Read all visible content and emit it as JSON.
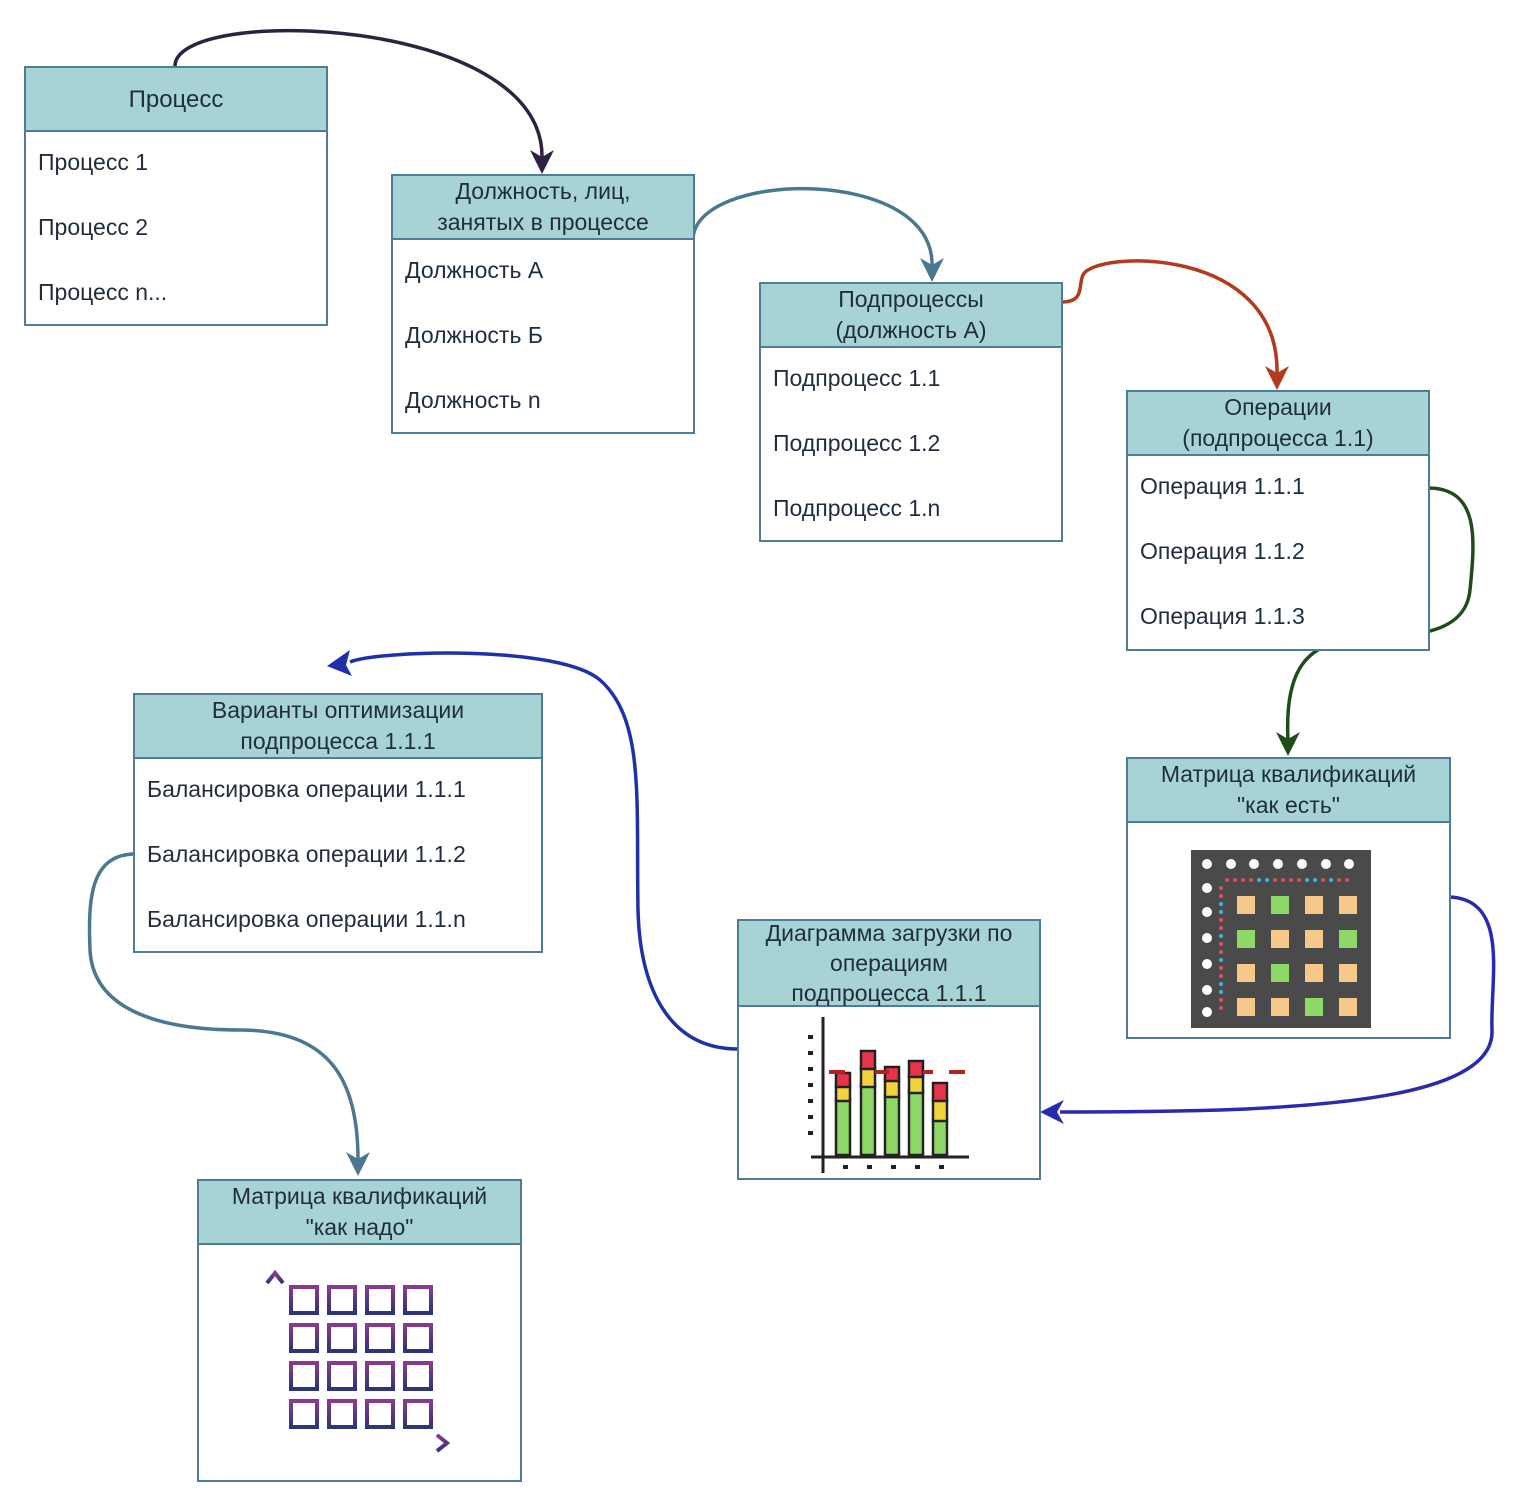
{
  "process": {
    "title": "Процесс",
    "items": [
      "Процесс 1",
      "Процесс 2",
      "Процесс n..."
    ]
  },
  "positions": {
    "title": "Должность, лиц,\nзанятых в процессе",
    "items": [
      "Должность А",
      "Должность Б",
      "Должность n"
    ]
  },
  "subprocesses": {
    "title": "Подпроцессы\n(должность А)",
    "items": [
      "Подпроцесс 1.1",
      "Подпроцесс 1.2",
      "Подпроцесс 1.n"
    ]
  },
  "operations": {
    "title": "Операции\n(подпроцесса 1.1)",
    "items": [
      "Операция 1.1.1",
      "Операция 1.1.2",
      "Операция 1.1.3"
    ]
  },
  "matrix_current": {
    "title": "Матрица квалификаций\n\"как есть\"",
    "icon": "qualification-matrix-icon"
  },
  "load_chart": {
    "title": "Диаграмма загрузки по\nоперациям\nподпроцесса  1.1.1",
    "icon": "stacked-bar-chart-icon"
  },
  "optimization": {
    "title": "Варианты оптимизации\nподпроцесса 1.1.1",
    "items": [
      "Балансировка операции 1.1.1",
      "Балансировка операции 1.1.2",
      "Балансировка операции 1.1.n"
    ]
  },
  "matrix_target": {
    "title": "Матрица квалификаций\n\"как надо\"",
    "icon": "grid-matrix-icon"
  },
  "colors": {
    "header_fill": "#a8d3d5",
    "border": "#4f7c97",
    "arrow_dark": "#2e2240",
    "arrow_steel": "#4a7891",
    "arrow_red": "#b23a1e",
    "arrow_green": "#1e4d1a",
    "arrow_blue": "#2a2aae",
    "arrow_navy": "#1e31a8"
  }
}
